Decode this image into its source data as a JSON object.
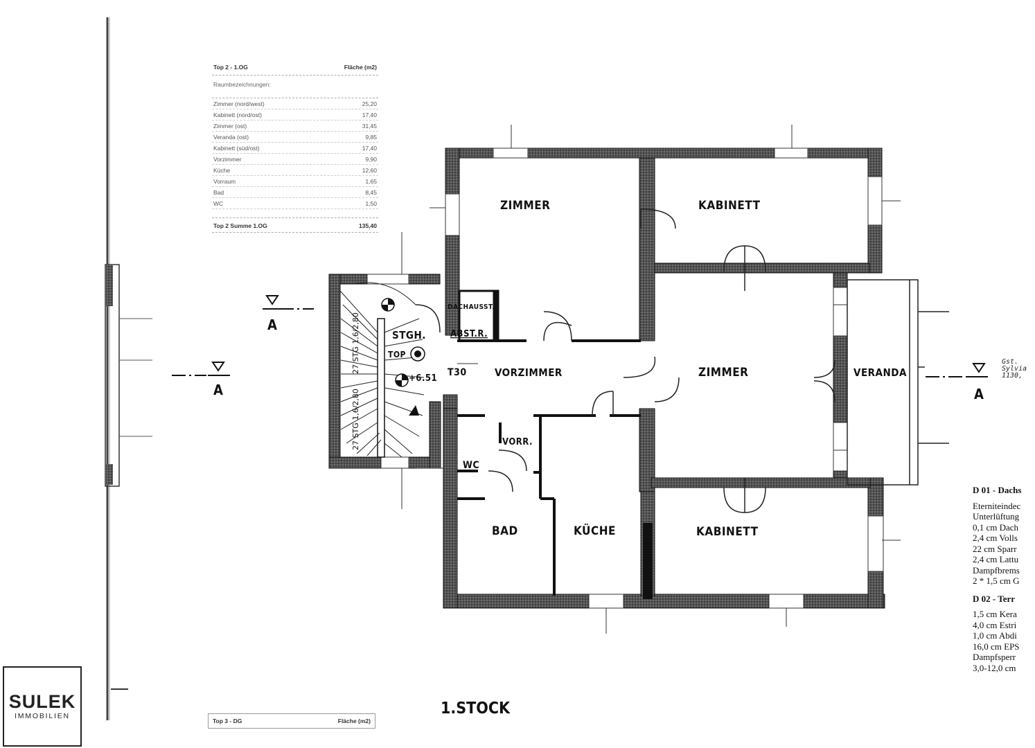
{
  "area_table": {
    "title": "Top 2 - 1.OG",
    "column_header": "Fläche (m2)",
    "subtitle": "Raumbezeichnungen:",
    "rows": [
      {
        "name": "Zimmer (nord/west)",
        "area": "25,20"
      },
      {
        "name": "Kabinett (nord/ost)",
        "area": "17,40"
      },
      {
        "name": "Zimmer (ost)",
        "area": "31,45"
      },
      {
        "name": "Veranda (ost)",
        "area": "9,85"
      },
      {
        "name": "Kabinett (süd/ost)",
        "area": "17,40"
      },
      {
        "name": "Vorzimmer",
        "area": "9,90"
      },
      {
        "name": "Küche",
        "area": "12,60"
      },
      {
        "name": "Vorraum",
        "area": "1,65"
      },
      {
        "name": "Bad",
        "area": "8,45"
      },
      {
        "name": "WC",
        "area": "1,50"
      }
    ],
    "sum_label": "Top 2 Summe 1.OG",
    "sum_value": "135,40"
  },
  "area_table_2": {
    "title": "Top 3 - DG",
    "column_header": "Fläche (m2)"
  },
  "rooms": {
    "zimmer_nw": "ZIMMER",
    "kabinett_no": "KABINETT",
    "zimmer_ost": "ZIMMER",
    "veranda": "VERANDA",
    "vorzimmer": "VORZIMMER",
    "stgh": "STGH.",
    "top": "TOP",
    "dachausst": "DACHAUSST.",
    "abstr": "ABST.R.",
    "t30": "T30",
    "level": "+6.51",
    "vorr": "VORR.",
    "wc": "WC",
    "bad": "BAD",
    "kueche": "KÜCHE",
    "kabinett_so": "KABINETT",
    "stair_1": "27 STG 1,6/2,80",
    "stair_2": "27 STG 1,6/2,80"
  },
  "section_marks": {
    "left_upper": "A",
    "left_lower": "A",
    "right": "A"
  },
  "floor_label": "1.STOCK",
  "gst_note": [
    "Gst.",
    "Sylvia",
    "1130,"
  ],
  "legend": {
    "d01_title": "D 01 - Dachs",
    "d01_lines": [
      "Eterniteindec",
      "Unterlüftung",
      "0,1 cm Dach",
      "2,4 cm Volls",
      "22 cm Sparr",
      "2,4 cm Lattu",
      "Dampfbrems",
      "2 * 1,5 cm G"
    ],
    "d02_title": "D 02 - Terr",
    "d02_lines": [
      "1,5 cm Kera",
      "4,0 cm Estri",
      "1,0 cm Abdi",
      "16,0 cm EPS",
      "Dampfsperr",
      "3,0-12,0 cm"
    ]
  },
  "logo": {
    "line1": "SULEK",
    "line2": "IMMOBILIEN"
  }
}
